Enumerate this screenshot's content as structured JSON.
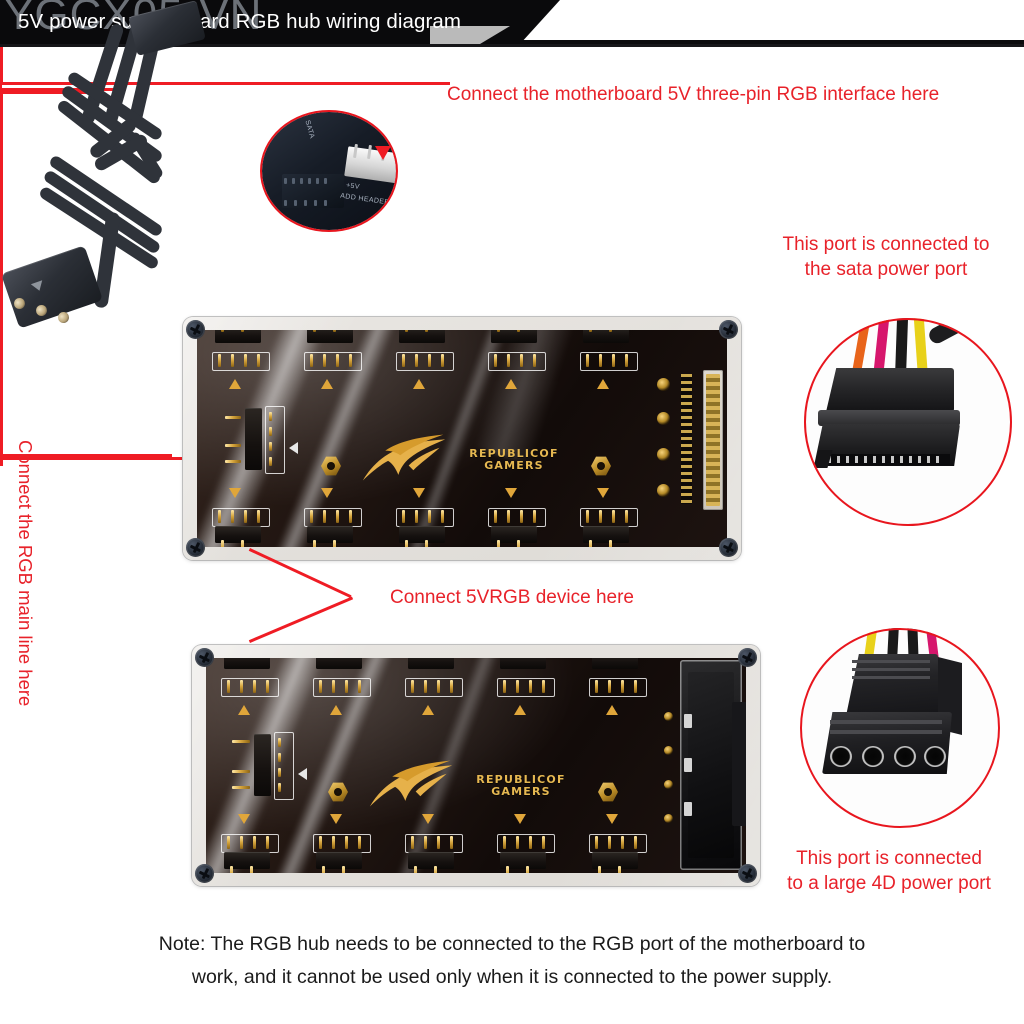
{
  "banner": {
    "title": "5V power supply board RGB hub wiring diagram",
    "watermark": "YGCX05-VN",
    "bg_color": "#0a0a0c",
    "text_color": "#ffffff"
  },
  "accent": {
    "red": "#ef1c24",
    "text_red": "#e8222a",
    "gold": "#e0a63a"
  },
  "annotations": {
    "motherboard_header": "Connect the motherboard 5V three-pin RGB interface here",
    "sata_port_line1": "This port is connected to",
    "sata_port_line2": "the sata power port",
    "rgb_device": "Connect 5VRGB device here",
    "rgb_main_line": "Connect the RGB main line here",
    "molex_port_line1": "This port is connected",
    "molex_port_line2": "to a large 4D power port"
  },
  "note": {
    "line1": "Note: The RGB hub needs to be connected to the RGB port of the motherboard to",
    "line2": "work, and it cannot be used only when it is connected to the power supply."
  },
  "boards": [
    {
      "name": "rgb-hub-board-sata",
      "brand_line1": "REPUBLICOF",
      "brand_line2": "GAMERS",
      "power_connector": "SATA 15-pin power",
      "top_headers": 5,
      "bottom_headers": 5,
      "input_header_pins": 4
    },
    {
      "name": "rgb-hub-board-molex",
      "brand_line1": "REPUBLICOF",
      "brand_line2": "GAMERS",
      "power_connector": "Molex 4-pin (4D) power",
      "top_headers": 5,
      "bottom_headers": 5,
      "input_header_pins": 4
    }
  ],
  "insets": {
    "motherboard": {
      "label_5v": "+5V",
      "label_header": "ADD HEADER",
      "label_side": "SATA",
      "connector": "3-pin ARGB ADD header"
    },
    "sata_plug": {
      "name": "sata-power-plug",
      "wire_colors": [
        "#e8641a",
        "#d6166c",
        "#1a1a1a",
        "#e8d11a"
      ]
    },
    "molex_plug": {
      "name": "molex-4pin-power-plug",
      "wire_colors": [
        "#e8d11a",
        "#1a1a1a",
        "#1a1a1a",
        "#d6166c"
      ]
    }
  },
  "cable": {
    "name": "argb-extension-cable",
    "connector_label": "arrow-key-marker",
    "color": "#2f333a"
  }
}
